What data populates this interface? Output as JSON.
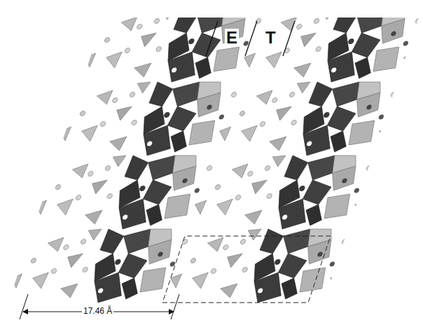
{
  "diagram": {
    "labels": [
      "E",
      "T",
      "17.46 Å"
    ]
  }
}
